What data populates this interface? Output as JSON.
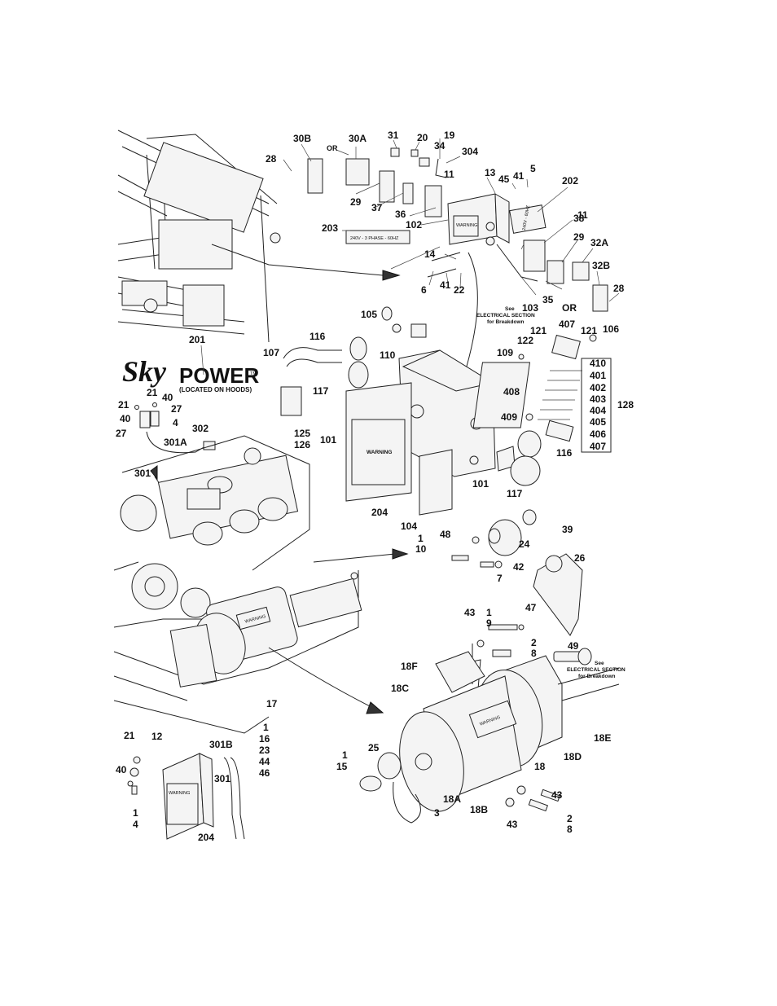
{
  "callouts": {
    "c30B": "30B",
    "c30A": "30A",
    "c31": "31",
    "c20": "20",
    "c19": "19",
    "c34": "34",
    "c304": "304",
    "c28a": "28",
    "cOR1": "OR",
    "c11a": "11",
    "c13": "13",
    "c45": "45",
    "c41a": "41",
    "c5": "5",
    "c202": "202",
    "c29a": "29",
    "c37": "37",
    "c36": "36",
    "c102": "102",
    "c203": "203",
    "c11b": "11",
    "c38": "38",
    "c29b": "29",
    "c32A": "32A",
    "c14": "14",
    "c6": "6",
    "c41b": "41",
    "c22": "22",
    "c32B": "32B",
    "c35": "35",
    "c103": "103",
    "cOR2": "OR",
    "c28b": "28",
    "c105": "105",
    "c407a": "407",
    "c121a": "121",
    "c106": "106",
    "c110": "110",
    "c116a": "116",
    "c107": "107",
    "c109": "109",
    "c122": "122",
    "c121b": "121",
    "c410": "410",
    "c401": "401",
    "c402": "402",
    "c403": "403",
    "c404": "404",
    "c405": "405",
    "c406": "406",
    "c407b": "407",
    "c128": "128",
    "c408": "408",
    "c409": "409",
    "c201": "201",
    "c117a": "117",
    "c21a": "21",
    "c40a": "40",
    "c27a": "27",
    "c40b": "40",
    "c4a": "4",
    "c27b": "27",
    "c302": "302",
    "c301A": "301A",
    "c125": "125",
    "c126": "126",
    "c101a": "101",
    "c116b": "116",
    "c101b": "101",
    "c117b": "117",
    "c301": "301",
    "c204a": "204",
    "c104": "104",
    "c1a": "1",
    "c10": "10",
    "c48": "48",
    "c24": "24",
    "c39": "39",
    "c42": "42",
    "c7": "7",
    "c26": "26",
    "c43a": "43",
    "c1b": "1",
    "c9": "9",
    "c47": "47",
    "c2a": "2",
    "c8a": "8",
    "c49": "49",
    "c18F": "18F",
    "c18C": "18C",
    "c17": "17",
    "c1c": "1",
    "c16": "16",
    "c23": "23",
    "c44": "44",
    "c46": "46",
    "c21b": "21",
    "c12": "12",
    "c301B": "301B",
    "c40c": "40",
    "c301b": "301",
    "c1d": "1",
    "c4b": "4",
    "c204b": "204",
    "c1e": "1",
    "c15": "15",
    "c25": "25",
    "c18A": "18A",
    "c18B": "18B",
    "c3": "3",
    "c18": "18",
    "c18D": "18D",
    "c18E": "18E",
    "c43b": "43",
    "c43c": "43",
    "c2b": "2",
    "c8b": "8"
  },
  "notes": {
    "see1": "See",
    "elec1": "ELECTRICAL SECTION",
    "break1": "for Breakdown",
    "see2": "See",
    "elec2": "ELECTRICAL SECTION",
    "break2": "for Breakdown"
  },
  "labels": {
    "plate203": "240V - 3 PHASE - 60HZ",
    "plate202": "240V - 60HZ",
    "logo_sky": "Sky",
    "logo_power": "POWER",
    "logo_tm": "TM",
    "located": "(LOCATED ON HOODS)",
    "warning": "WARNING"
  }
}
